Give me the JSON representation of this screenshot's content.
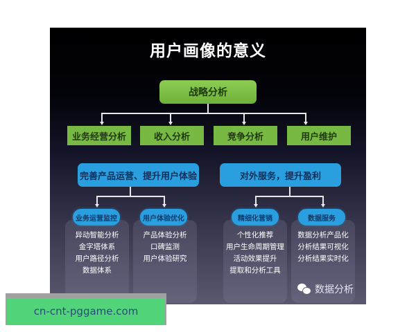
{
  "diagram": {
    "title": "用户画像的意义",
    "root": "战略分析",
    "level1": [
      "业务经营分析",
      "收入分析",
      "竞争分析",
      "用户维护"
    ],
    "goals": [
      {
        "label": "完善产品运营、提升用户体验",
        "cards": [
          {
            "title": "业务运营监控",
            "items": [
              "异动智能分析",
              "金字塔体系",
              "用户路径分析",
              "数据体系"
            ]
          },
          {
            "title": "用户体验优化",
            "items": [
              "产品体验分析",
              "口碑监测",
              "用户体验研究"
            ]
          }
        ]
      },
      {
        "label": "对外服务，提升盈利",
        "cards": [
          {
            "title": "精细化营销",
            "items": [
              "个性化推荐",
              "用户生命周期管理",
              "活动效果提升",
              "提取和分析工具"
            ]
          },
          {
            "title": "数据服务",
            "items": [
              "数据分析产品化",
              "分析结果可视化",
              "分析结果实时化"
            ]
          }
        ]
      }
    ],
    "source_mark": "数据分析",
    "colors": {
      "green": "#7cbf45",
      "blue": "#2a9fe0",
      "background_top": "#000000",
      "background_bottom": "#5a5870"
    }
  },
  "overlay": {
    "watermark_text": "cn-cnt-pggame.com"
  }
}
